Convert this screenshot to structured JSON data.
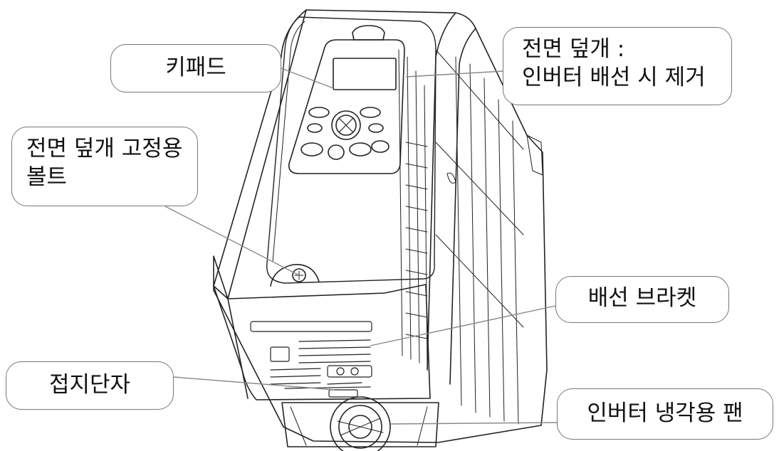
{
  "callouts": {
    "keypad": "키패드",
    "front_cover_line1": "전면 덮개 :",
    "front_cover_line2": "인버터 배선 시 제거",
    "bolt_line1": "전면 덮개 고정용",
    "bolt_line2": "볼트",
    "wiring_bracket": "배선 브라켓",
    "ground_terminal": "접지단자",
    "cooling_fan": "인버터 냉각용 팬"
  },
  "colors": {
    "line": "#222222",
    "callout_border": "#777777",
    "leader_line": "#888888"
  }
}
